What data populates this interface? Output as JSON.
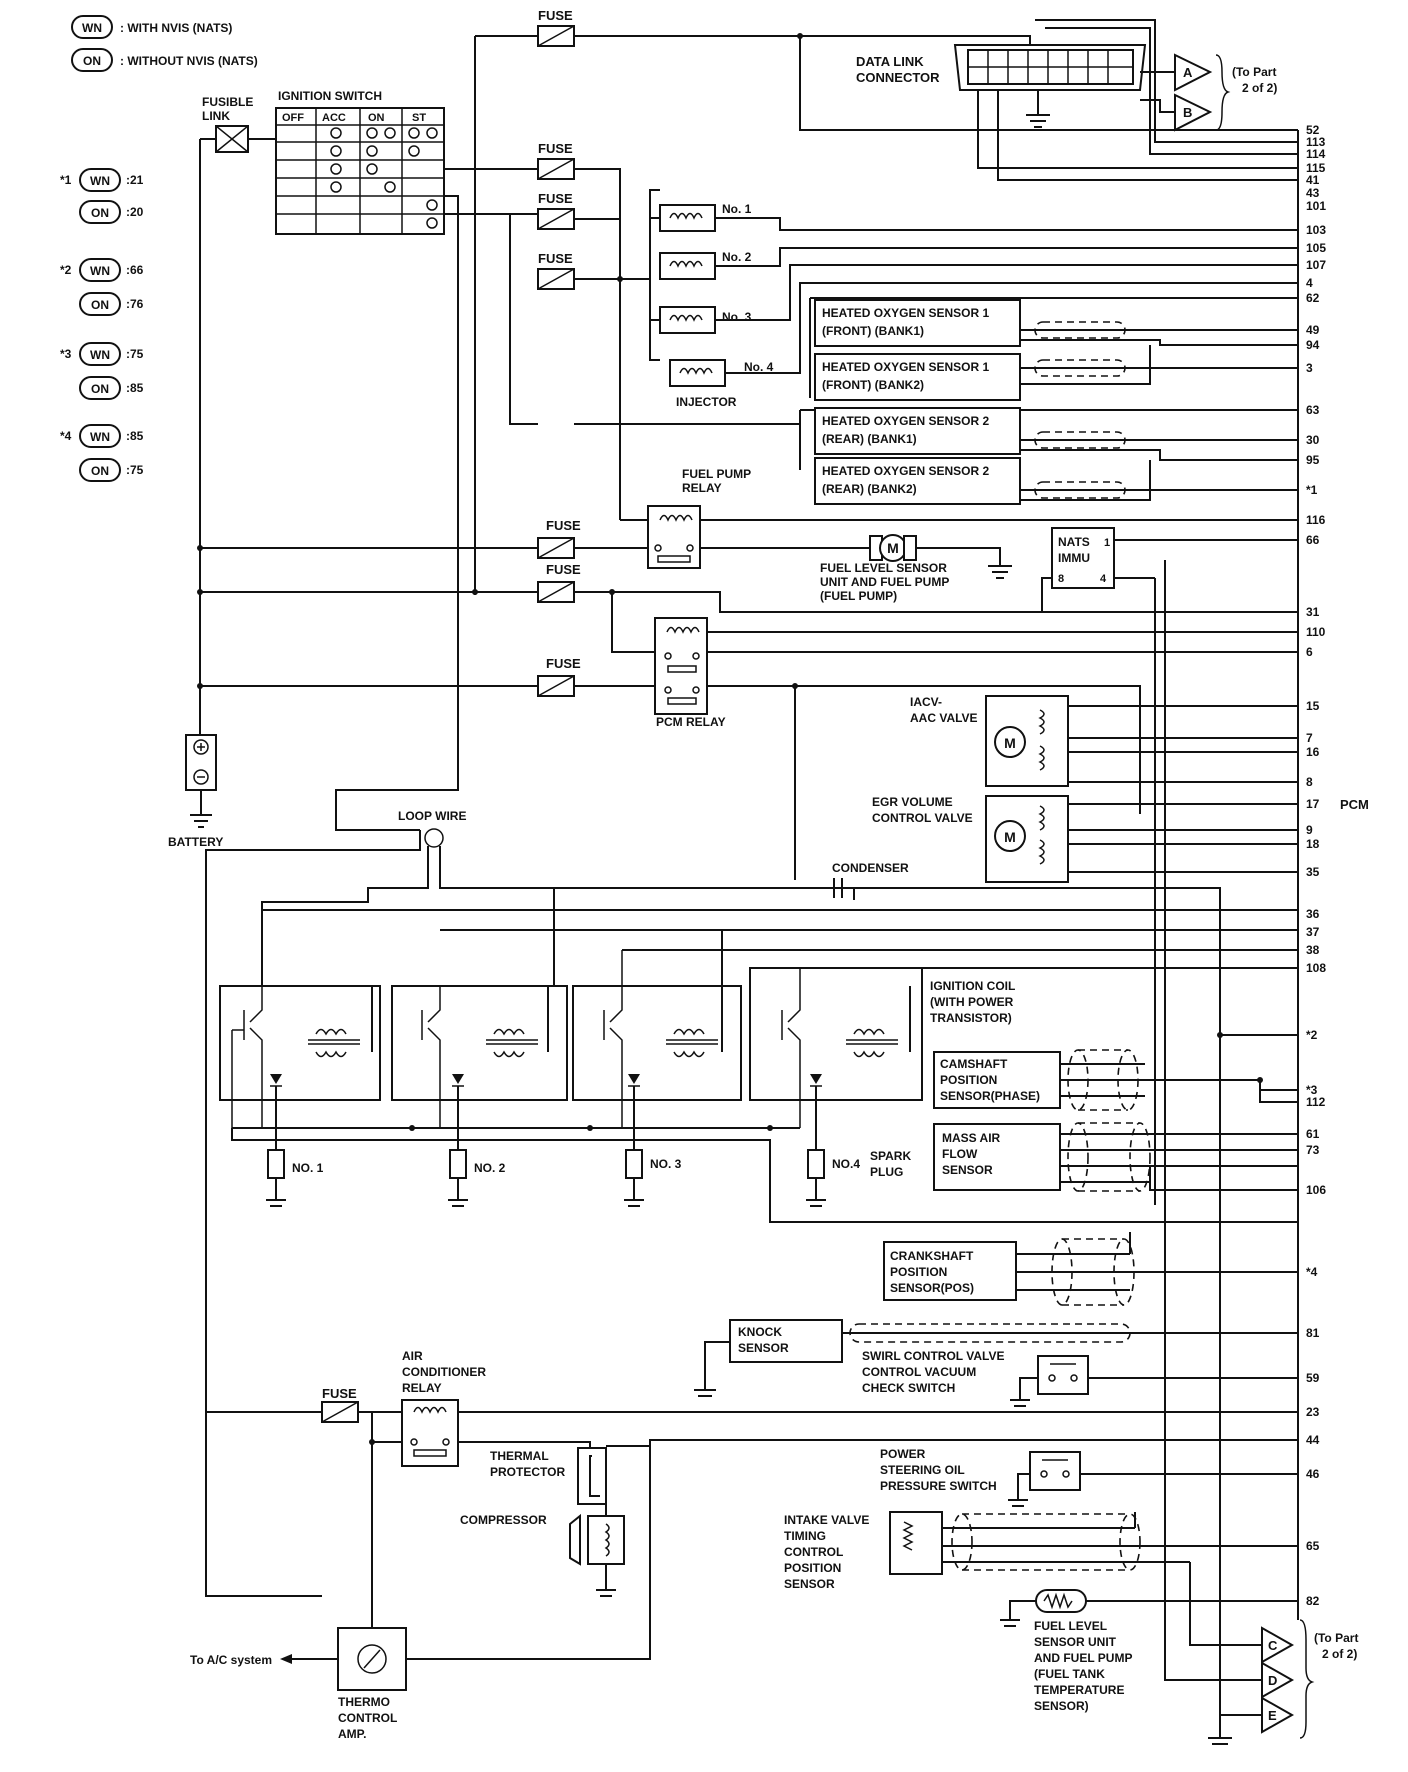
{
  "legend": {
    "wn_tag": "WN",
    "wn_text": ": WITH NVIS (NATS)",
    "on_tag": "ON",
    "on_text": ": WITHOUT NVIS (NATS)"
  },
  "footnotes": [
    {
      "star": "*1",
      "wn": ":21",
      "on": ":20"
    },
    {
      "star": "*2",
      "wn": ":66",
      "on": ":76"
    },
    {
      "star": "*3",
      "wn": ":75",
      "on": ":85"
    },
    {
      "star": "*4",
      "wn": ":85",
      "on": ":75"
    }
  ],
  "labels": {
    "fuse": "FUSE",
    "fusible_link_1": "FUSIBLE",
    "fusible_link_2": "LINK",
    "ignition_switch": "IGNITION SWITCH",
    "ign_cols": [
      "OFF",
      "ACC",
      "ON",
      "ST"
    ],
    "data_link_1": "DATA LINK",
    "data_link_2": "CONNECTOR",
    "to_part_top_1": "(To Part",
    "to_part_top_2": "2 of 2)",
    "to_part_bot_1": "(To Part",
    "to_part_bot_2": "2 of 2)",
    "connector_a": "A",
    "connector_b": "B",
    "connector_c": "C",
    "connector_d": "D",
    "connector_e": "E",
    "inj_no1": "No. 1",
    "inj_no2": "No. 2",
    "inj_no3": "No. 3",
    "inj_no4": "No. 4",
    "injector": "INJECTOR",
    "ho2s_1_1": "HEATED OXYGEN SENSOR 1",
    "ho2s_1_2": "(FRONT) (BANK1)",
    "ho2s_2_1": "HEATED OXYGEN SENSOR 1",
    "ho2s_2_2": "(FRONT) (BANK2)",
    "ho2s_3_1": "HEATED OXYGEN SENSOR 2",
    "ho2s_3_2": "(REAR) (BANK1)",
    "ho2s_4_1": "HEATED OXYGEN SENSOR 2",
    "ho2s_4_2": "(REAR) (BANK2)",
    "fuel_pump_relay_1": "FUEL PUMP",
    "fuel_pump_relay_2": "RELAY",
    "fuel_level_1": "FUEL LEVEL SENSOR",
    "fuel_level_2": "UNIT AND FUEL PUMP",
    "fuel_level_3": "(FUEL PUMP)",
    "motor_m": "M",
    "nats_1": "NATS",
    "nats_2": "IMMU",
    "nats_p1": "1",
    "nats_p8": "8",
    "nats_p4": "4",
    "pcm_relay": "PCM RELAY",
    "iacv_1": "IACV-",
    "iacv_2": "AAC VALVE",
    "egr_1": "EGR VOLUME",
    "egr_2": "CONTROL VALVE",
    "pcm": "PCM",
    "battery": "BATTERY",
    "loop_wire": "LOOP WIRE",
    "condenser": "CONDENSER",
    "ign_coil_1": "IGNITION COIL",
    "ign_coil_2": "(WITH POWER",
    "ign_coil_3": "TRANSISTOR)",
    "plug_no1": "NO. 1",
    "plug_no2": "NO. 2",
    "plug_no3": "NO. 3",
    "plug_no4": "NO.4",
    "spark_plug_1": "SPARK",
    "spark_plug_2": "PLUG",
    "cmp_1": "CAMSHAFT",
    "cmp_2": "POSITION",
    "cmp_3": "SENSOR(PHASE)",
    "maf_1": "MASS AIR",
    "maf_2": "FLOW",
    "maf_3": "SENSOR",
    "ckp_1": "CRANKSHAFT",
    "ckp_2": "POSITION",
    "ckp_3": "SENSOR(POS)",
    "knock_1": "KNOCK",
    "knock_2": "SENSOR",
    "swirl_1": "SWIRL CONTROL VALVE",
    "swirl_2": "CONTROL VACUUM",
    "swirl_3": "CHECK SWITCH",
    "ac_relay_1": "AIR",
    "ac_relay_2": "CONDITIONER",
    "ac_relay_3": "RELAY",
    "thermal_1": "THERMAL",
    "thermal_2": "PROTECTOR",
    "compressor": "COMPRESSOR",
    "to_ac": "To A/C system",
    "thermo_1": "THERMO",
    "thermo_2": "CONTROL",
    "thermo_3": "AMP.",
    "ps_1": "POWER",
    "ps_2": "STEERING OIL",
    "ps_3": "PRESSURE SWITCH",
    "ivt_1": "INTAKE VALVE",
    "ivt_2": "TIMING",
    "ivt_3": "CONTROL",
    "ivt_4": "POSITION",
    "ivt_5": "SENSOR",
    "ftt_1": "FUEL LEVEL",
    "ftt_2": "SENSOR UNIT",
    "ftt_3": "AND FUEL PUMP",
    "ftt_4": "(FUEL TANK",
    "ftt_5": "TEMPERATURE",
    "ftt_6": "SENSOR)"
  },
  "pcm_pins": [
    "52",
    "113",
    "114",
    "115",
    "41",
    "43",
    "101",
    "103",
    "105",
    "107",
    "4",
    "62",
    "49",
    "94",
    "3",
    "63",
    "30",
    "95",
    "*1",
    "116",
    "66",
    "31",
    "110",
    "6",
    "15",
    "7",
    "16",
    "8",
    "17",
    "9",
    "18",
    "35",
    "36",
    "37",
    "38",
    "108",
    "*2",
    "*3",
    "112",
    "61",
    "73",
    "106",
    "*4",
    "81",
    "59",
    "23",
    "44",
    "46",
    "65",
    "82"
  ]
}
